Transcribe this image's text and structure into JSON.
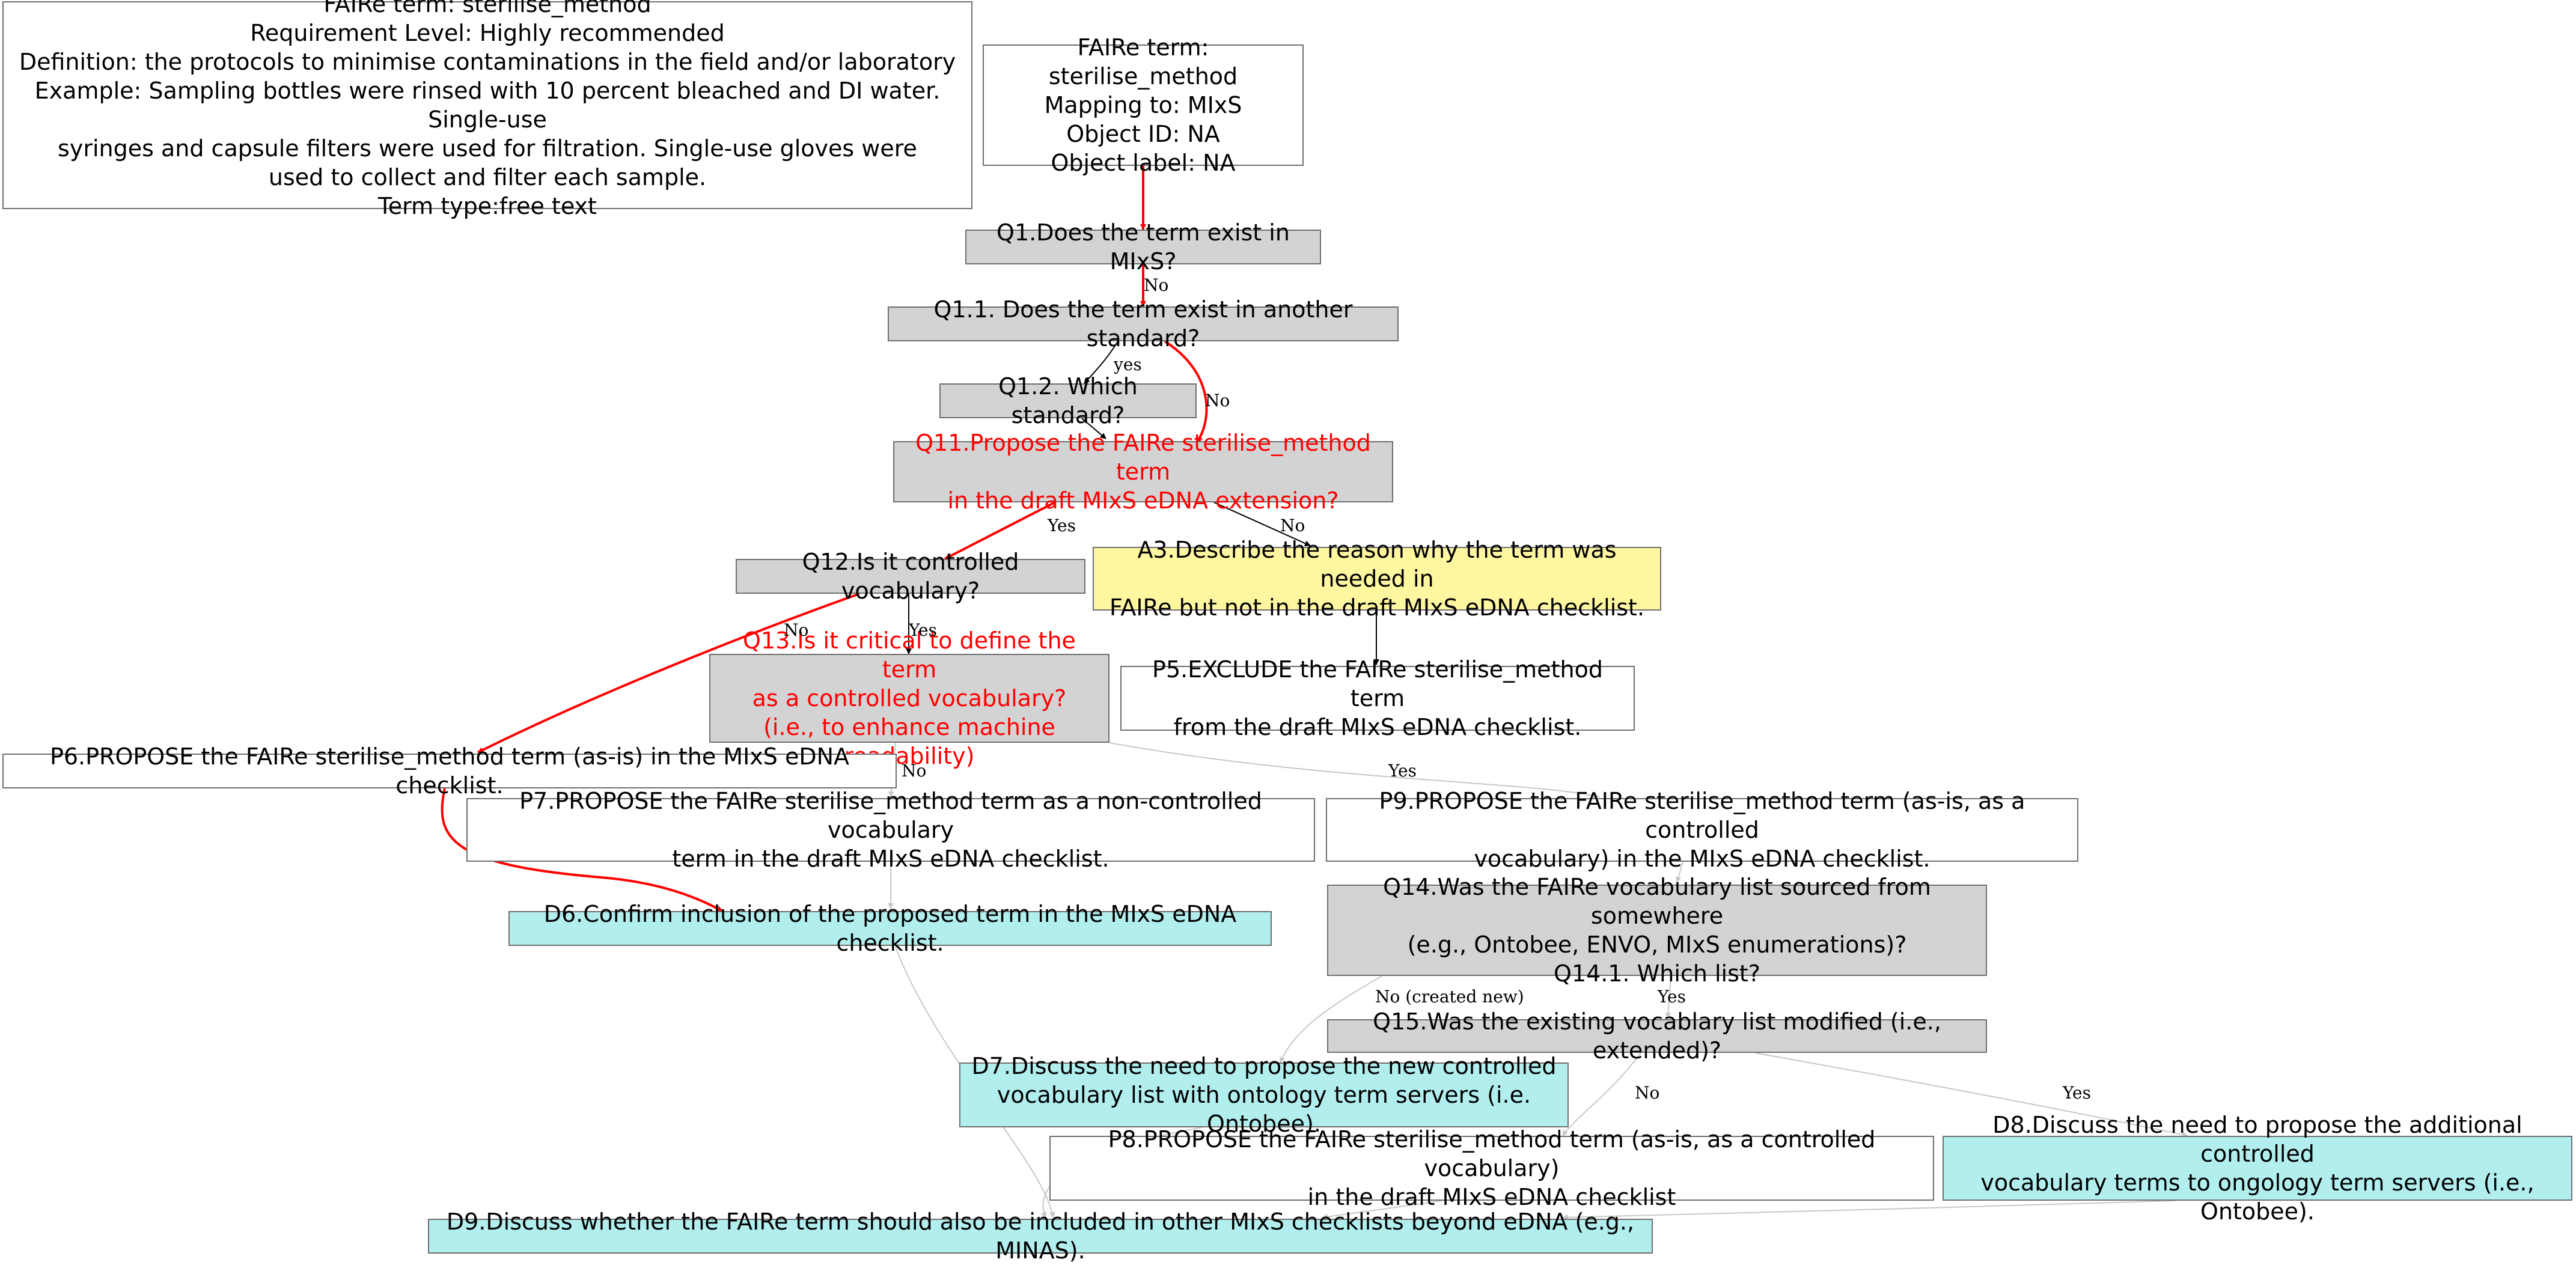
{
  "colors": {
    "red_edge": "#ff0000",
    "black_edge": "#000000",
    "grey_edge": "#c8c8c8",
    "question_fill": "#d3d3d3",
    "action_fill": "#fff6a0",
    "discuss_fill": "#b2eeee",
    "red_text": "#ff0000"
  },
  "nodes": {
    "info_box": "FAIRe term: sterilise_method\nRequirement Level: Highly recommended\nDefinition: the protocols to minimise contaminations in the field and/or laboratory\nExample: Sampling bottles were rinsed with 10 percent bleached and DI water. Single-use\nsyringes and capsule filters were used for filtration. Single-use gloves were\nused to collect and filter each sample.\nTerm type:free text",
    "mapping_box": "FAIRe term: sterilise_method\nMapping to: MIxS\nObject ID: NA\nObject label: NA",
    "q1": "Q1.Does the term exist in MIxS?",
    "q1_1": "Q1.1. Does the term exist in another standard?",
    "q1_2": "Q1.2. Which standard?",
    "q11": "Q11.Propose the FAIRe sterilise_method term\nin the draft MIxS eDNA extension?",
    "q12": "Q12.Is it controlled vocabulary?",
    "a3": "A3.Describe the reason why the term was needed in\nFAIRe but not in the draft MIxS eDNA checklist.",
    "q13": "Q13.Is it critical to define the term\nas a controlled vocabulary?\n(i.e., to enhance machine readability)",
    "p5": "P5.EXCLUDE the FAIRe sterilise_method term\nfrom the draft MIxS eDNA checklist.",
    "p6": "P6.PROPOSE the FAIRe sterilise_method term (as-is) in the MIxS eDNA checklist.",
    "p7": "P7.PROPOSE the FAIRe sterilise_method term as a non-controlled vocabulary\nterm in the draft MIxS eDNA checklist.",
    "p9": "P9.PROPOSE the FAIRe sterilise_method term (as-is, as a controlled\nvocabulary) in the MIxS eDNA checklist.",
    "d6": "D6.Confirm inclusion of the proposed term in the MIxS eDNA checklist.",
    "q14": "Q14.Was the FAIRe vocabulary list sourced from somewhere\n(e.g., Ontobee, ENVO, MIxS enumerations)?\nQ14.1. Which list?",
    "q15": "Q15.Was the existing vocablary list modified (i.e., extended)?",
    "d7": "D7.Discuss the need to propose the new controlled\nvocabulary list with ontology term servers (i.e. Ontobee).",
    "p8": "P8.PROPOSE the FAIRe sterilise_method term (as-is, as a controlled vocabulary)\nin the draft MIxS eDNA checklist",
    "d8": "D8.Discuss the need to propose the additional controlled\nvocabulary terms to ongology term servers (i.e., Ontobee).",
    "d9": "D9.Discuss whether the FAIRe term should also be included in other MIxS checklists beyond eDNA (e.g., MINAS)."
  },
  "edge_labels": {
    "q1_no": "No",
    "q1_1_yes": "yes",
    "q1_1_no": "No",
    "q11_yes": "Yes",
    "q11_no": "No",
    "q12_no": "No",
    "q12_yes": "Yes",
    "q13_no": "No",
    "q13_yes": "Yes",
    "q14_no": "No (created new)",
    "q14_yes": "Yes",
    "q15_no": "No",
    "q15_yes": "Yes"
  }
}
